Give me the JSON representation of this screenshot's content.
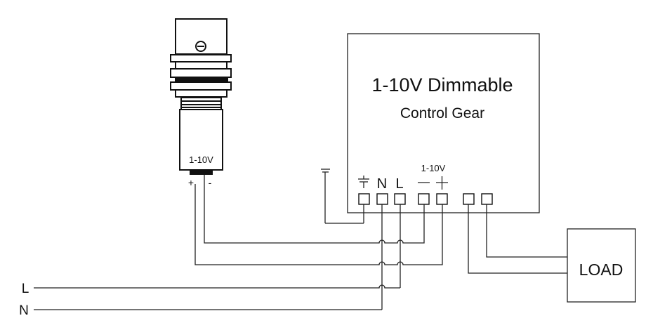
{
  "gear": {
    "title": "1-10V Dimmable",
    "subtitle": "Control Gear",
    "dim_label": "1-10V",
    "terminal_labels": {
      "earth": "⏚",
      "neutral": "N",
      "live": "L",
      "minus": "−",
      "plus": "+"
    }
  },
  "sensor": {
    "label": "1-10V",
    "plus": "+",
    "minus": "-"
  },
  "load": {
    "label": "LOAD"
  },
  "mains": {
    "live": "L",
    "neutral": "N"
  },
  "colors": {
    "line": "#222222",
    "background": "#ffffff"
  }
}
